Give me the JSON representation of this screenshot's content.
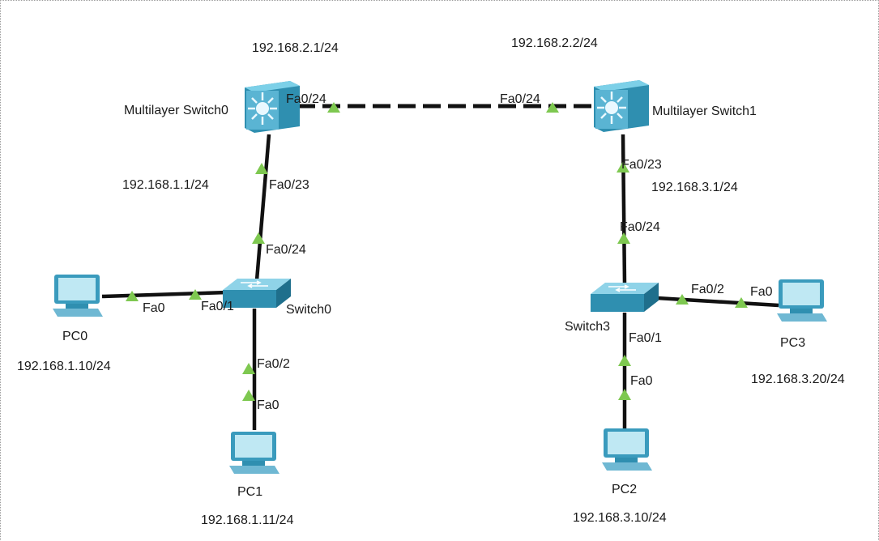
{
  "colors": {
    "link": "#111111",
    "port_indicator": "#7ec850",
    "device_body": "#2f8fb0",
    "device_top": "#6cc4dd",
    "pc_screen": "#bfe8f3",
    "pc_body": "#3a9bbd"
  },
  "devices": {
    "mls0": {
      "name": "Multilayer Switch0",
      "ip": "192.168.2.1/24",
      "icon": "multilayer-switch-icon"
    },
    "mls1": {
      "name": "Multilayer Switch1",
      "ip": "192.168.2.2/24",
      "icon": "multilayer-switch-icon"
    },
    "sw0": {
      "name": "Switch0",
      "icon": "switch-icon"
    },
    "sw3": {
      "name": "Switch3",
      "icon": "switch-icon"
    },
    "pc0": {
      "name": "PC0",
      "ip": "192.168.1.10/24",
      "icon": "pc-icon"
    },
    "pc1": {
      "name": "PC1",
      "ip": "192.168.1.11/24",
      "icon": "pc-icon"
    },
    "pc2": {
      "name": "PC2",
      "ip": "192.168.3.10/24",
      "icon": "pc-icon"
    },
    "pc3": {
      "name": "PC3",
      "ip": "192.168.3.20/24",
      "icon": "pc-icon"
    }
  },
  "subnet_labels": {
    "left": "192.168.1.1/24",
    "right": "192.168.3.1/24"
  },
  "ports": {
    "mls0_to_mls1": "Fa0/24",
    "mls1_to_mls0": "Fa0/24",
    "mls0_to_sw0": "Fa0/23",
    "sw0_to_mls0": "Fa0/24",
    "mls1_to_sw3": "Fa0/23",
    "sw3_to_mls1": "Fa0/24",
    "pc0_to_sw0": "Fa0",
    "sw0_to_pc0": "Fa0/1",
    "sw0_to_pc1": "Fa0/2",
    "pc1_to_sw0": "Fa0",
    "sw3_to_pc3": "Fa0/2",
    "pc3_to_sw3": "Fa0",
    "sw3_to_pc2": "Fa0/1",
    "pc2_to_sw3": "Fa0"
  }
}
